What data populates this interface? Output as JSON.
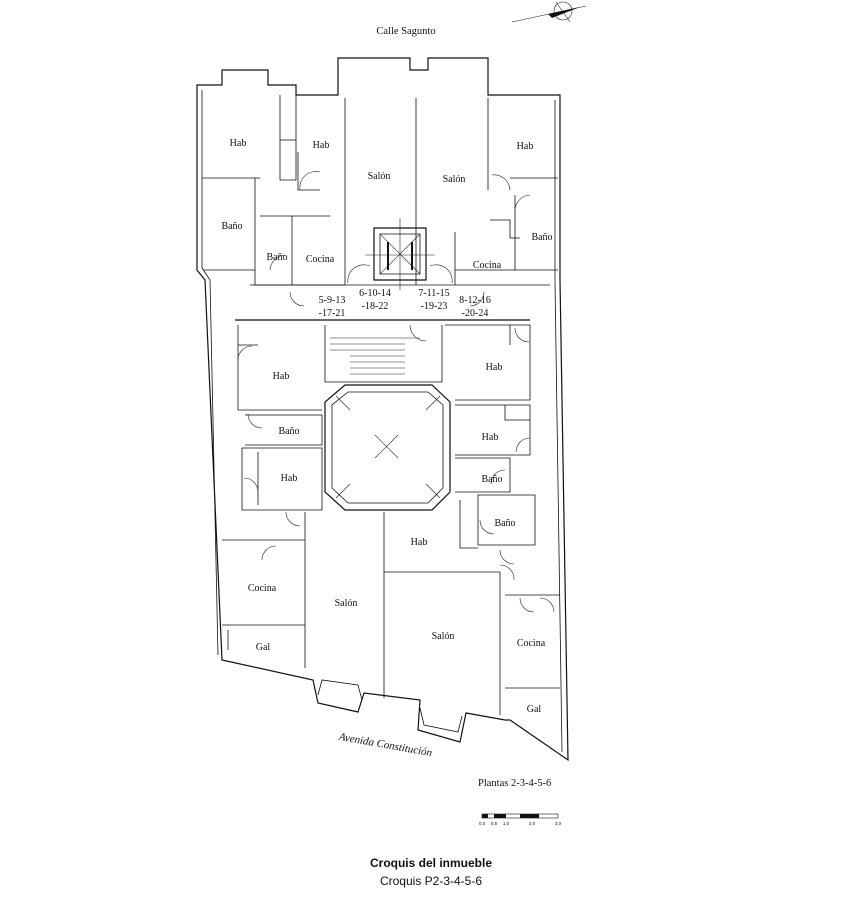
{
  "streets": {
    "north": "Calle Sagunto",
    "south": "Avenida Constitución"
  },
  "rooms": {
    "hab": "Hab",
    "salon": "Salón",
    "bano": "Baño",
    "cocina": "Cocina",
    "gal": "Gal"
  },
  "doors": {
    "d1a": "5-9-13",
    "d1b": "-17-21",
    "d2a": "6-10-14",
    "d2b": "-18-22",
    "d3a": "7-11-15",
    "d3b": "-19-23",
    "d4a": "8-12-16",
    "d4b": "-20-24"
  },
  "plantas": "Plantas 2-3-4-5-6",
  "scale_ticks": [
    "0,0",
    "0,5",
    "1,0",
    "2,0",
    "3,0"
  ],
  "caption": {
    "title": "Croquis del inmueble",
    "subtitle": "Croquis P2-3-4-5-6"
  },
  "icons": {
    "north_arrow": "north-arrow-icon",
    "lift": "elevator-icon",
    "skylight": "patio-cross-icon"
  }
}
